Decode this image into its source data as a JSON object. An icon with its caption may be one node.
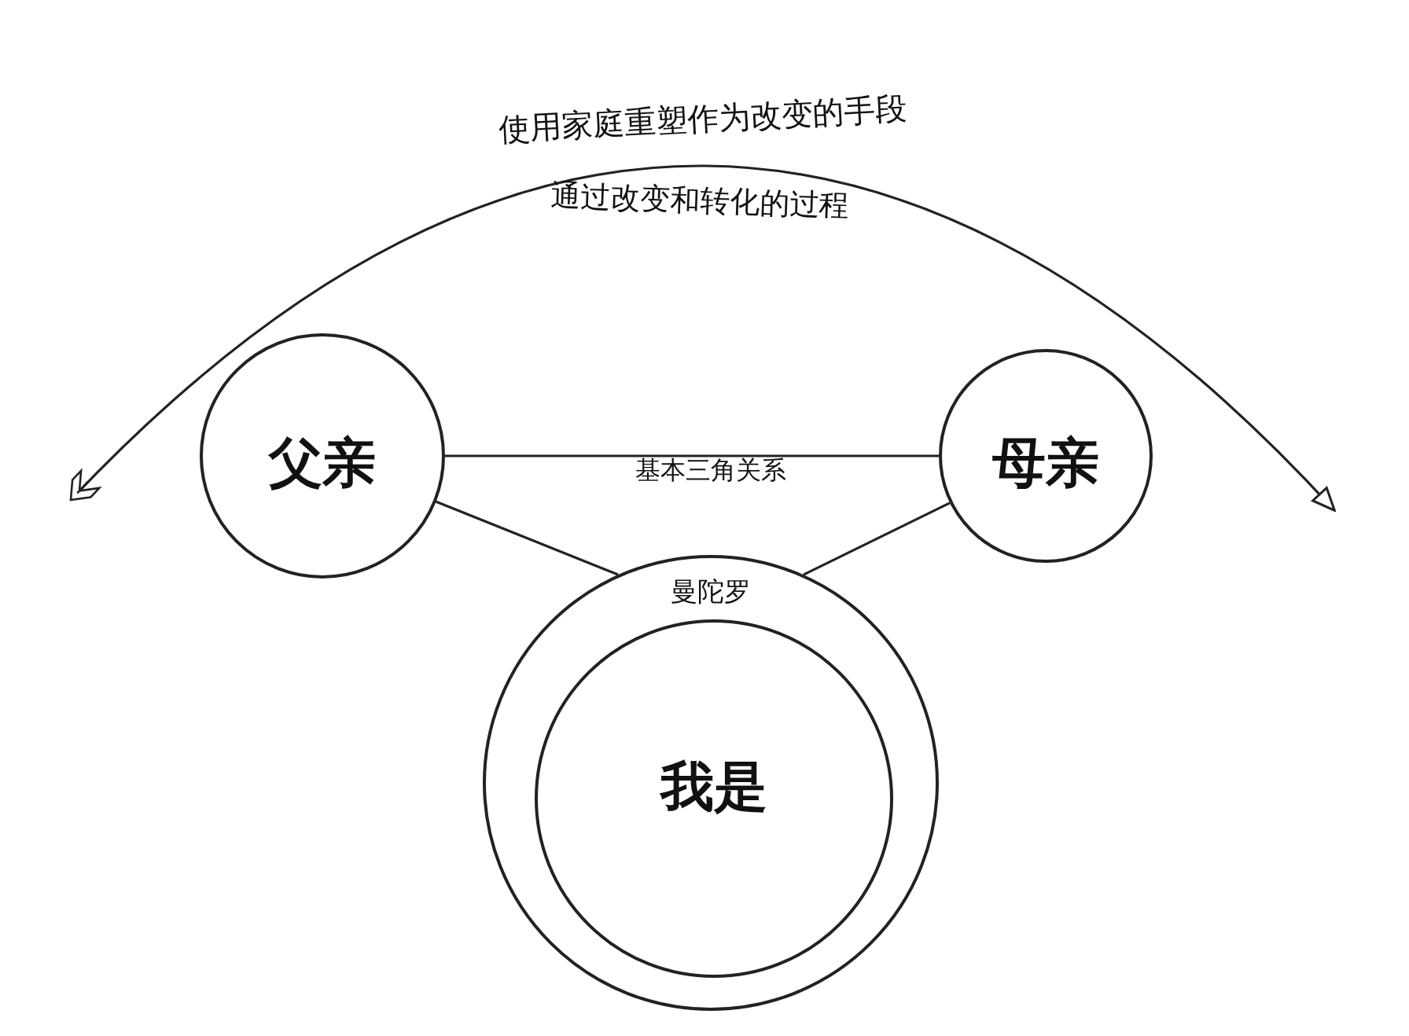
{
  "diagram": {
    "nodes": [
      {
        "text": [
          "父亲"
        ]
      },
      {
        "text": [
          "母亲"
        ]
      },
      {
        "text": [
          "曼陀罗"
        ]
      },
      {
        "text": [
          "我是"
        ],
        "in": 2
      }
    ],
    "edges": [
      {
        "from": 0,
        "to": 1,
        "arrow": "none"
      },
      {
        "from": 0,
        "to": 2,
        "arrow": "none"
      },
      {
        "from": 1,
        "to": 2,
        "arrow": "none"
      }
    ],
    "labels": [
      "使用家庭重塑作为改变的手段",
      "通过改变和转化的过程",
      "基本三角关系"
    ]
  }
}
